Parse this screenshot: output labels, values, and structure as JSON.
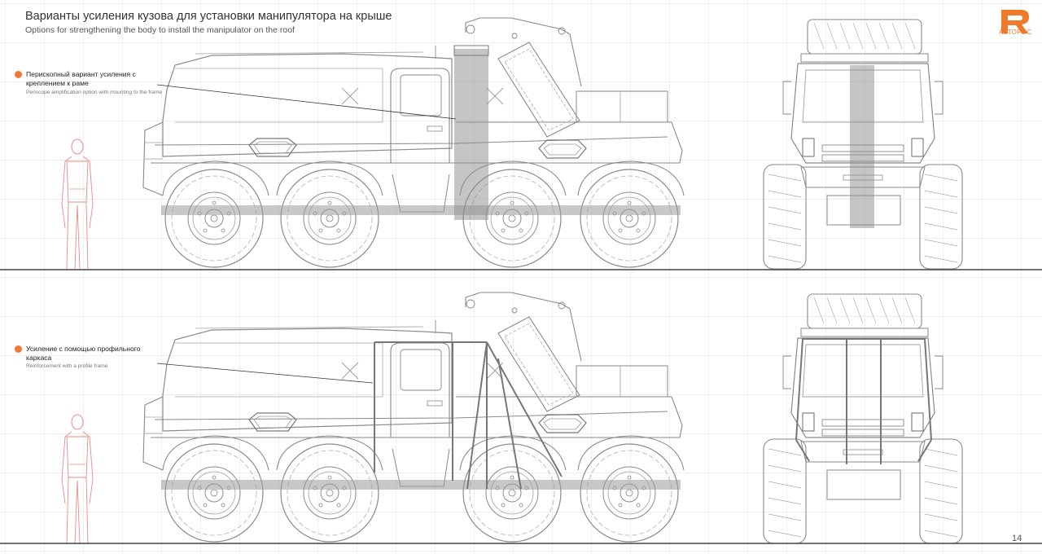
{
  "header": {
    "title_ru": "Варианты усиления кузова для установки манипулятора на крыше",
    "title_en": "Options for strengthening the body to install the manipulator on the roof"
  },
  "logo": {
    "text": "АВТОРОС",
    "icon": "r-logo-icon",
    "color": "#f07a2c"
  },
  "options": [
    {
      "ru": "Перископный вариант усиления с креплением к раме",
      "en": "Periscope amplification option with mounting to the frame"
    },
    {
      "ru": "Усиление с помощью профильного каркаса",
      "en": "Reinforcement with a profile frame"
    }
  ],
  "page_number": "14",
  "colors": {
    "accent": "#ef7a31",
    "line": "#8a8a8a",
    "reinforcement": "#7a7a7a",
    "figure": "#e58c86"
  }
}
